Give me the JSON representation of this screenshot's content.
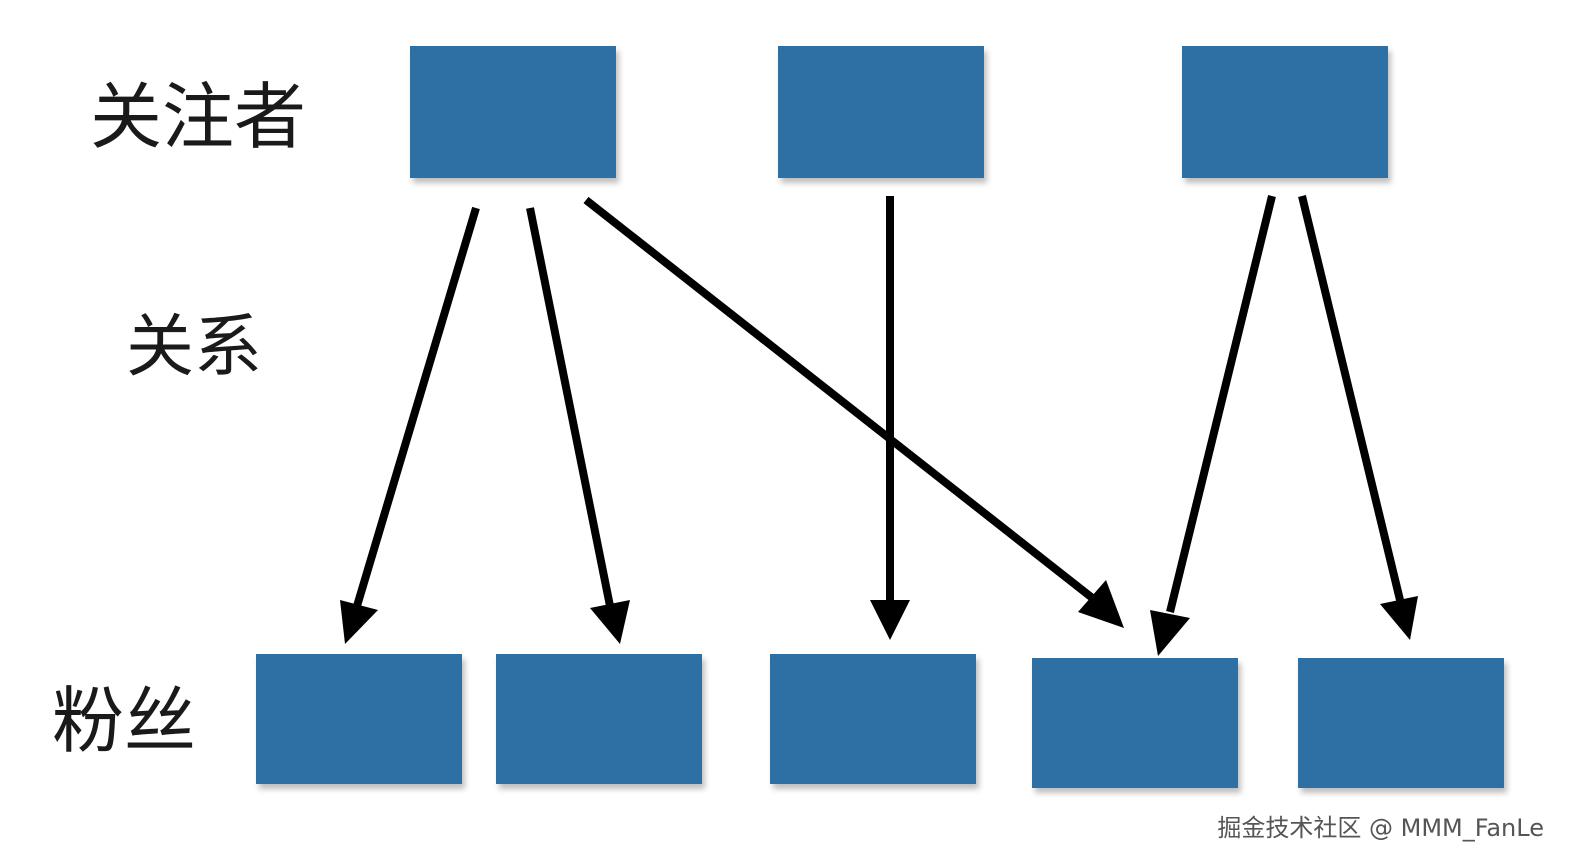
{
  "labels": {
    "followers_row": "关注者",
    "relation_row": "关系",
    "fans_row": "粉丝"
  },
  "watermark": "掘金技术社区 @ MMM_FanLe",
  "colors": {
    "node_fill": "#2f6fa3",
    "arrow": "#000000",
    "label_text": "#1a1a1a",
    "watermark_text": "#555555"
  },
  "nodes": {
    "followers": [
      "f1",
      "f2",
      "f3"
    ],
    "fans": [
      "n1",
      "n2",
      "n3",
      "n4",
      "n5"
    ]
  },
  "edges": [
    {
      "from": "f1",
      "to": "n1"
    },
    {
      "from": "f1",
      "to": "n2"
    },
    {
      "from": "f1",
      "to": "n4"
    },
    {
      "from": "f2",
      "to": "n3"
    },
    {
      "from": "f3",
      "to": "n4"
    },
    {
      "from": "f3",
      "to": "n5"
    }
  ]
}
